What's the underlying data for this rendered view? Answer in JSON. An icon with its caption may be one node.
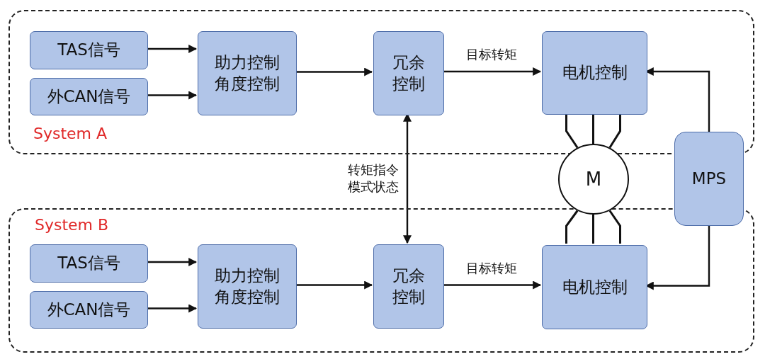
{
  "diagram": {
    "nodes": [
      {
        "text": [
          "System A"
        ]
      },
      {
        "text": [
          "TAS信号"
        ],
        "in": 0
      },
      {
        "text": [
          "外CAN信号"
        ],
        "in": 0
      },
      {
        "text": [
          "助力控制角度控制"
        ],
        "in": 0
      },
      {
        "text": [
          "冗余控制"
        ],
        "in": 0
      },
      {
        "text": [
          "电机控制"
        ],
        "in": 0
      },
      {
        "text": [
          "System B"
        ]
      },
      {
        "text": [
          "TAS信号"
        ],
        "in": 6
      },
      {
        "text": [
          "外CAN信号"
        ],
        "in": 6
      },
      {
        "text": [
          "助力控制角度控制"
        ],
        "in": 6
      },
      {
        "text": [
          "冗余控制"
        ],
        "in": 6
      },
      {
        "text": [
          "电机控制"
        ],
        "in": 6
      },
      {
        "text": [
          "M"
        ]
      },
      {
        "text": [
          "MPS"
        ]
      }
    ],
    "edges": [
      {
        "from": 1,
        "to": 3,
        "arrow": "to"
      },
      {
        "from": 2,
        "to": 3,
        "arrow": "to"
      },
      {
        "from": 3,
        "to": 4,
        "arrow": "to"
      },
      {
        "from": 4,
        "to": 5,
        "arrow": "to",
        "label": "目标转矩"
      },
      {
        "from": 7,
        "to": 9,
        "arrow": "to"
      },
      {
        "from": 8,
        "to": 9,
        "arrow": "to"
      },
      {
        "from": 9,
        "to": 10,
        "arrow": "to"
      },
      {
        "from": 10,
        "to": 11,
        "arrow": "to",
        "label": "目标转矩"
      },
      {
        "from": 4,
        "to": 10,
        "arrow": "both",
        "label": "转矩指令模式状态"
      },
      {
        "from": 5,
        "to": 12,
        "arrow": "none"
      },
      {
        "from": 5,
        "to": 12,
        "arrow": "none"
      },
      {
        "from": 5,
        "to": 12,
        "arrow": "none"
      },
      {
        "from": 11,
        "to": 12,
        "arrow": "none"
      },
      {
        "from": 11,
        "to": 12,
        "arrow": "none"
      },
      {
        "from": 11,
        "to": 12,
        "arrow": "none"
      },
      {
        "from": 13,
        "to": 5,
        "arrow": "to"
      },
      {
        "from": 13,
        "to": 11,
        "arrow": "to"
      }
    ]
  }
}
